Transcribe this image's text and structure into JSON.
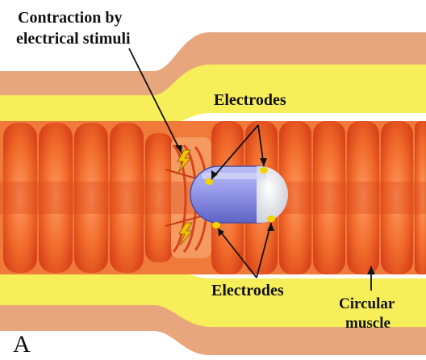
{
  "labels": {
    "contraction_line1": "Contraction by",
    "contraction_line2": "electrical stimuli",
    "electrodes_top": "Electrodes",
    "electrodes_bottom": "Electrodes",
    "circular_line1": "Circular",
    "circular_line2": "muscle",
    "panel": "A"
  },
  "colors": {
    "outer_wall": "#e8a67c",
    "mucosa_layer": "#f7ef5a",
    "muscle_base": "#f07a3a",
    "muscle_light": "#f6b07a",
    "muscle_dark": "#d94a1a",
    "capsule_body": "#8f93e8",
    "capsule_cap": "#eceef6",
    "electrode": "#f3d400",
    "spark": "#f2c200"
  }
}
